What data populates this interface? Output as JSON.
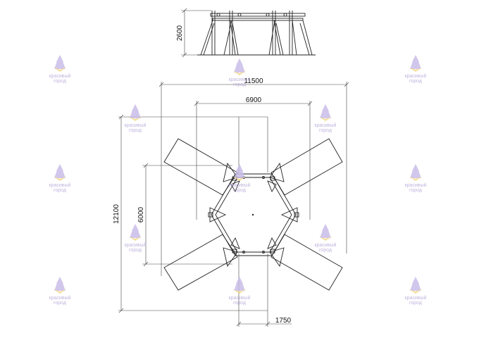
{
  "dimensions": {
    "height_elevation": "2600",
    "overall_width": "11500",
    "inner_width": "6900",
    "overall_depth": "12100",
    "inner_depth": "6000",
    "platform_depth": "1750"
  },
  "watermark": {
    "line1": "красивый",
    "line2": "город"
  },
  "colors": {
    "line": "#222222",
    "watermark": "#c9bde8",
    "watermark_accent": "#f3d98a"
  }
}
